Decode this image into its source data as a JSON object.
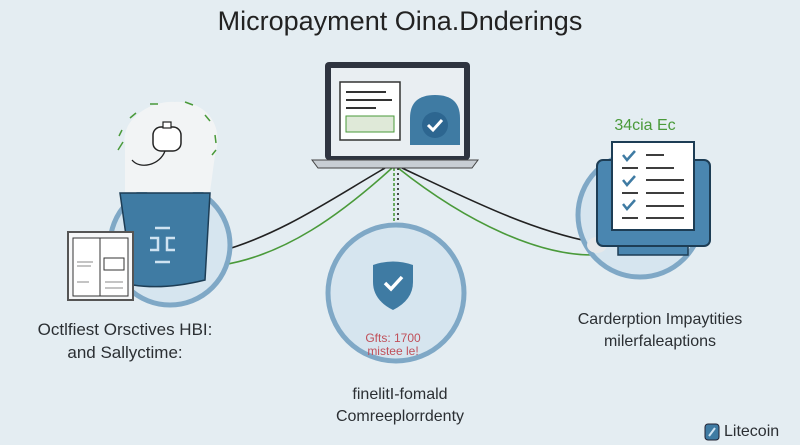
{
  "title": "Micropayment Oina.Dnderings",
  "left": {
    "line1": "Octlfiest Orsctives HBI:",
    "line2": "and Sallyctime:"
  },
  "center": {
    "badge_line1": "Gfts: 1700",
    "badge_line2": "mistee le!",
    "line1": "finelitI-fomald",
    "line2": "Comreeplorrdenty"
  },
  "right": {
    "heading": "34cia Ec",
    "line1": "Carderption Impaytities",
    "line2": "milerfaleaptions"
  },
  "brand": {
    "name": "Litecoin",
    "icon": "litecoin-logo-icon"
  },
  "colors": {
    "background": "#e4edf2",
    "accent_blue": "#3f7ba3",
    "circle": "#7fa8c6",
    "green": "#4a9a3a",
    "red": "#c0505a"
  }
}
